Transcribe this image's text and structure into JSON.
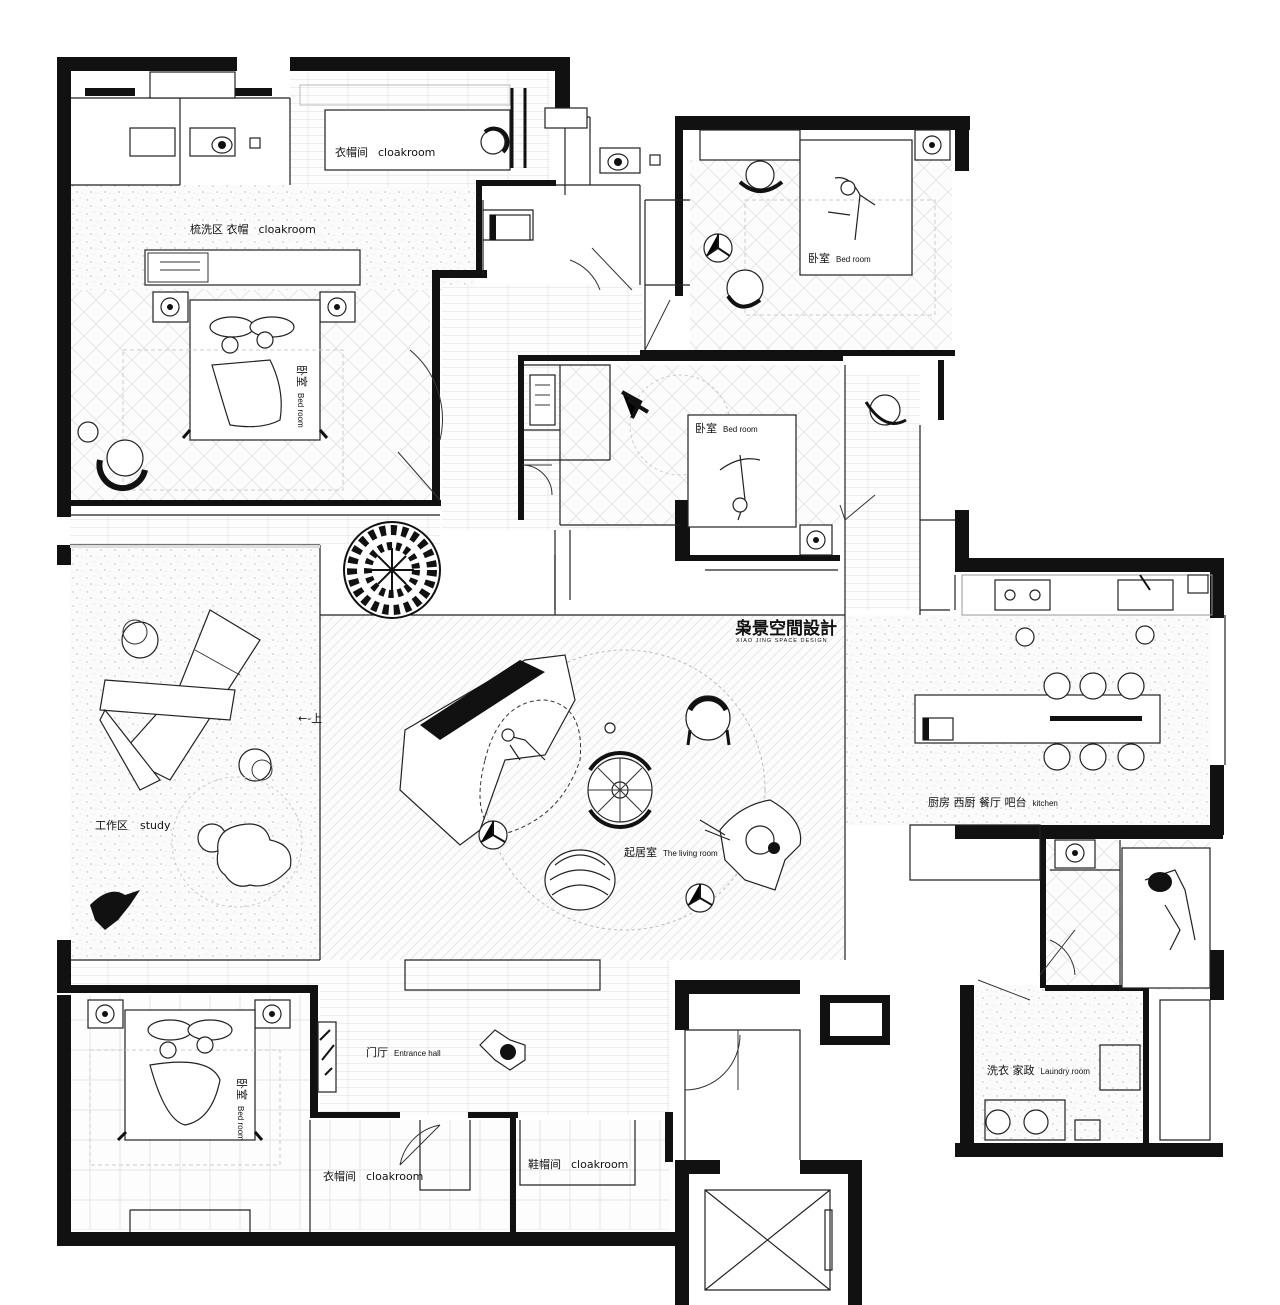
{
  "brand": {
    "name": "枭景空間設計",
    "subtitle": "XIAO JING SPACE DESIGN"
  },
  "rooms": {
    "cloakroom_top": {
      "cn": "衣帽间",
      "en": "cloakroom"
    },
    "wash_cloak": {
      "cn": "梳洗区 衣帽",
      "en": "cloakroom"
    },
    "bedroom_master": {
      "cn": "卧室",
      "en": "Bed room"
    },
    "bedroom_ne": {
      "cn": "卧室",
      "en": "Bed room"
    },
    "bedroom_mid": {
      "cn": "卧室",
      "en": "Bed room"
    },
    "bedroom_sw": {
      "cn": "卧室",
      "en": "Bed room"
    },
    "study": {
      "cn": "工作区",
      "en": "study"
    },
    "stair_note": "←-上",
    "living": {
      "cn": "起居室",
      "en": "The living room"
    },
    "kitchen": {
      "cn": "厨房  西厨  餐厅  吧台",
      "en": "kitchen"
    },
    "entrance": {
      "cn": "门厅",
      "en": "Entrance hall"
    },
    "cloakroom_bottom": {
      "cn": "衣帽间",
      "en": "cloakroom"
    },
    "shoe_room": {
      "cn": "鞋帽间",
      "en": "cloakroom"
    },
    "laundry": {
      "cn": "洗衣 家政",
      "en": "Laundry room"
    }
  }
}
